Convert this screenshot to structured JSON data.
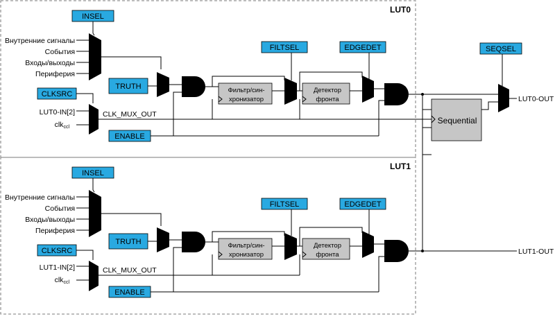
{
  "colors": {
    "register": "#29a9e1",
    "block": "#c6c6c6",
    "gate": "#000000"
  },
  "luts": [
    {
      "title": "LUT0",
      "insel": "INSEL",
      "inputs": [
        "Внутренние сигналы",
        "События",
        "Входы/выходы",
        "Периферия"
      ],
      "truth": "TRUTH",
      "filtsel": "FILTSEL",
      "edgedet": "EDGEDET",
      "filter_line1": "Фильтр/син-",
      "filter_line2": "хронизатор",
      "detector_line1": "Детектор",
      "detector_line2": "фронта",
      "clksrc": "CLKSRC",
      "clk_in": "LUT0-IN[2]",
      "clk_ccl_main": "clk",
      "clk_ccl_sub": "ccl",
      "clk_mux_out": "CLK_MUX_OUT",
      "enable": "ENABLE",
      "output": "LUT0-OUT"
    },
    {
      "title": "LUT1",
      "insel": "INSEL",
      "inputs": [
        "Внутренние сигналы",
        "События",
        "Входы/выходы",
        "Периферия"
      ],
      "truth": "TRUTH",
      "filtsel": "FILTSEL",
      "edgedet": "EDGEDET",
      "filter_line1": "Фильтр/син-",
      "filter_line2": "хронизатор",
      "detector_line1": "Детектор",
      "detector_line2": "фронта",
      "clksrc": "CLKSRC",
      "clk_in": "LUT1-IN[2]",
      "clk_ccl_main": "clk",
      "clk_ccl_sub": "ccl",
      "clk_mux_out": "CLK_MUX_OUT",
      "enable": "ENABLE",
      "output": "LUT1-OUT"
    }
  ],
  "seqsel": "SEQSEL",
  "sequential": "Sequential"
}
